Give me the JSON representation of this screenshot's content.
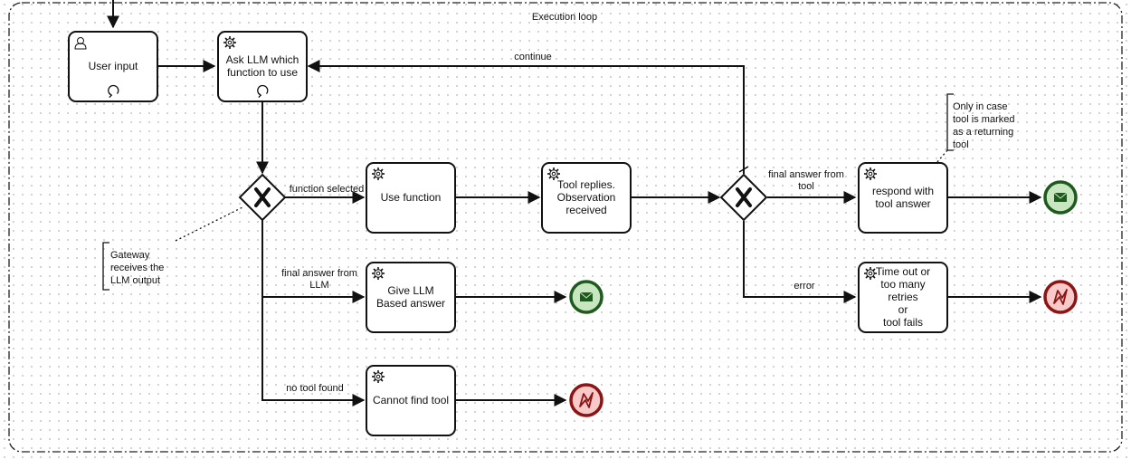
{
  "pool_label": "Execution  loop",
  "tasks": {
    "user_input": [
      "User input"
    ],
    "ask_llm": [
      "Ask LLM which",
      "function to use"
    ],
    "use_function": [
      "Use function"
    ],
    "tool_replies": [
      "Tool replies.",
      "Observation",
      "received"
    ],
    "give_answer": [
      "Give LLM",
      "Based answer"
    ],
    "cannot_find": [
      "Cannot find tool"
    ],
    "respond": [
      "respond with",
      "tool answer"
    ],
    "timeout": [
      "Time out or",
      "too many",
      "retries",
      "or",
      "tool fails"
    ]
  },
  "flow_labels": {
    "continue": "continue",
    "function_selected": "function selected",
    "final_answer_llm": [
      "final answer from",
      "LLM"
    ],
    "no_tool_found": "no tool found",
    "final_answer_tool": [
      "final answer from",
      "tool"
    ],
    "error": "error"
  },
  "annotations": {
    "gateway": [
      "Gateway",
      "receives the",
      "LLM output"
    ],
    "returning": [
      "Only in case",
      "tool is marked",
      "as a returning",
      "tool"
    ]
  },
  "icons": {
    "user_task": "user-icon",
    "service_task": "gear-icon",
    "loop_marker": "loop-icon",
    "message_end": "envelope-icon",
    "error_end": "lightning-icon",
    "gateway_marker": "x-marker-icon"
  },
  "colors": {
    "message_end_fill": "#c8e6c0",
    "message_end_stroke": "#1e5a1e",
    "error_end_fill": "#f7c9c9",
    "error_end_stroke": "#8b1414"
  }
}
